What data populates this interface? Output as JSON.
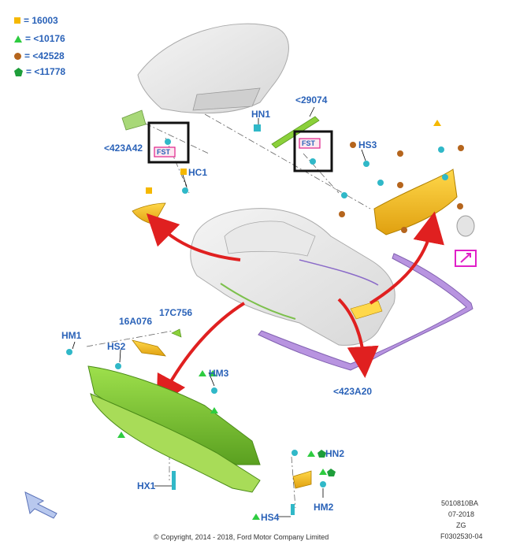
{
  "legend": [
    {
      "shape": "square",
      "color": "#f5b800",
      "text": "= 16003"
    },
    {
      "shape": "triangle",
      "color": "#2ecc40",
      "text": "= <10176"
    },
    {
      "shape": "circle",
      "color": "#b5651d",
      "text": "= <42528"
    },
    {
      "shape": "pentagon",
      "color": "#1e9e3a",
      "text": "= <11778"
    }
  ],
  "labels": {
    "l_423A42": "<423A42",
    "l_HN1": "HN1",
    "l_29074": "<29074",
    "l_HS3": "HS3",
    "l_HC1": "HC1",
    "l_HM1": "HM1",
    "l_16A076": "16A076",
    "l_17C756": "17C756",
    "l_HS2": "HS2",
    "l_HM3": "HM3",
    "l_423A20": "<423A20",
    "l_HN2": "HN2",
    "l_HX1": "HX1",
    "l_HM2": "HM2",
    "l_HS4": "HS4",
    "fst1": "FST",
    "fst2": "FST"
  },
  "footer": {
    "copyright": "© Copyright, 2014 - 2018, Ford Motor Company Limited",
    "code1": "5010810BA",
    "code2": "07-2018",
    "code3": "ZG",
    "code4": "F0302530-04"
  },
  "colors": {
    "label_blue": "#2a62b8",
    "arrow_red": "#e02020",
    "part_green": "#8bd03a",
    "part_yellow": "#f5c518",
    "part_purple": "#a070c8",
    "clip_cyan": "#30b8c8",
    "callout_magenta": "#e020c8"
  }
}
